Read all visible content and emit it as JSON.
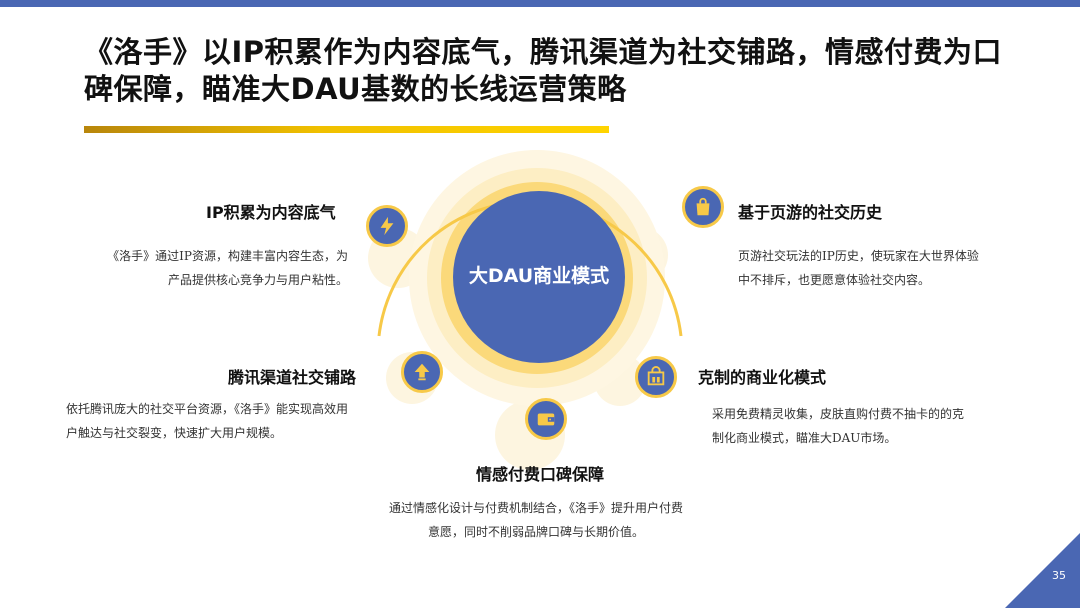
{
  "title": "《洛手》以IP积累作为内容底气，腾讯渠道为社交铺路，情感付费为口碑保障，瞄准大DAU基数的长线运营策略",
  "center_label": "大DAU商业模式",
  "items": [
    {
      "title": "IP积累为内容底气",
      "desc": "《洛手》通过IP资源，构建丰富内容生态，为产品提供核心竞争力与用户粘性。",
      "icon": "lightning-icon"
    },
    {
      "title": "基于页游的社交历史",
      "desc": "页游社交玩法的IP历史，使玩家在大世界体验中不排斥，也更愿意体验社交内容。",
      "icon": "shopping-bag-icon"
    },
    {
      "title": "腾讯渠道社交铺路",
      "desc": "依托腾讯庞大的社交平台资源，《洛手》能实现高效用户触达与社交裂变，快速扩大用户规模。",
      "icon": "upload-arrow-icon"
    },
    {
      "title": "克制的商业化模式",
      "desc": "采用免费精灵收集，皮肤直购付费不抽卡的的克制化商业模式，瞄准大DAU市场。",
      "icon": "store-icon"
    },
    {
      "title": "情感付费口碑保障",
      "desc": "通过情感化设计与付费机制结合，《洛手》提升用户付费意愿，同时不削弱品牌口碑与长期价值。",
      "icon": "wallet-icon"
    }
  ],
  "page_number": "35",
  "colors": {
    "primary_blue": "#4a67b3",
    "accent_yellow": "#f7c948",
    "light_yellow": "#fdf0c9"
  }
}
